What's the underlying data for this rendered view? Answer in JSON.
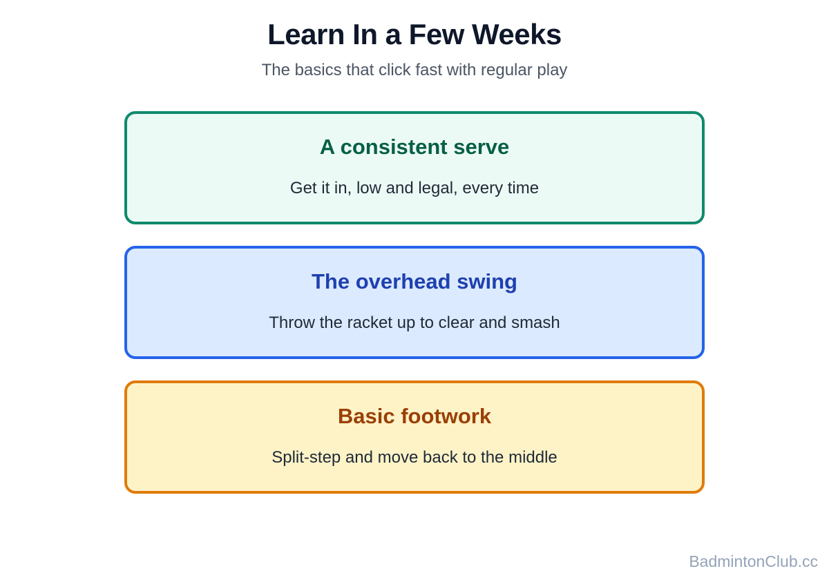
{
  "header": {
    "title": "Learn In a Few Weeks",
    "subtitle": "The basics that click fast with regular play"
  },
  "cards": [
    {
      "title": "A consistent serve",
      "description": "Get it in, low and legal, every time",
      "colors": {
        "border": "#0f8a6c",
        "background": "#ecfaf5",
        "title": "#065f46"
      }
    },
    {
      "title": "The overhead swing",
      "description": "Throw the racket up to clear and smash",
      "colors": {
        "border": "#2563eb",
        "background": "#dbeafe",
        "title": "#1e40af"
      }
    },
    {
      "title": "Basic footwork",
      "description": "Split-step and move back to the middle",
      "colors": {
        "border": "#e07b0b",
        "background": "#fef3c7",
        "title": "#9a3f07"
      }
    }
  ],
  "footer": {
    "credit": "BadmintonClub.cc"
  }
}
